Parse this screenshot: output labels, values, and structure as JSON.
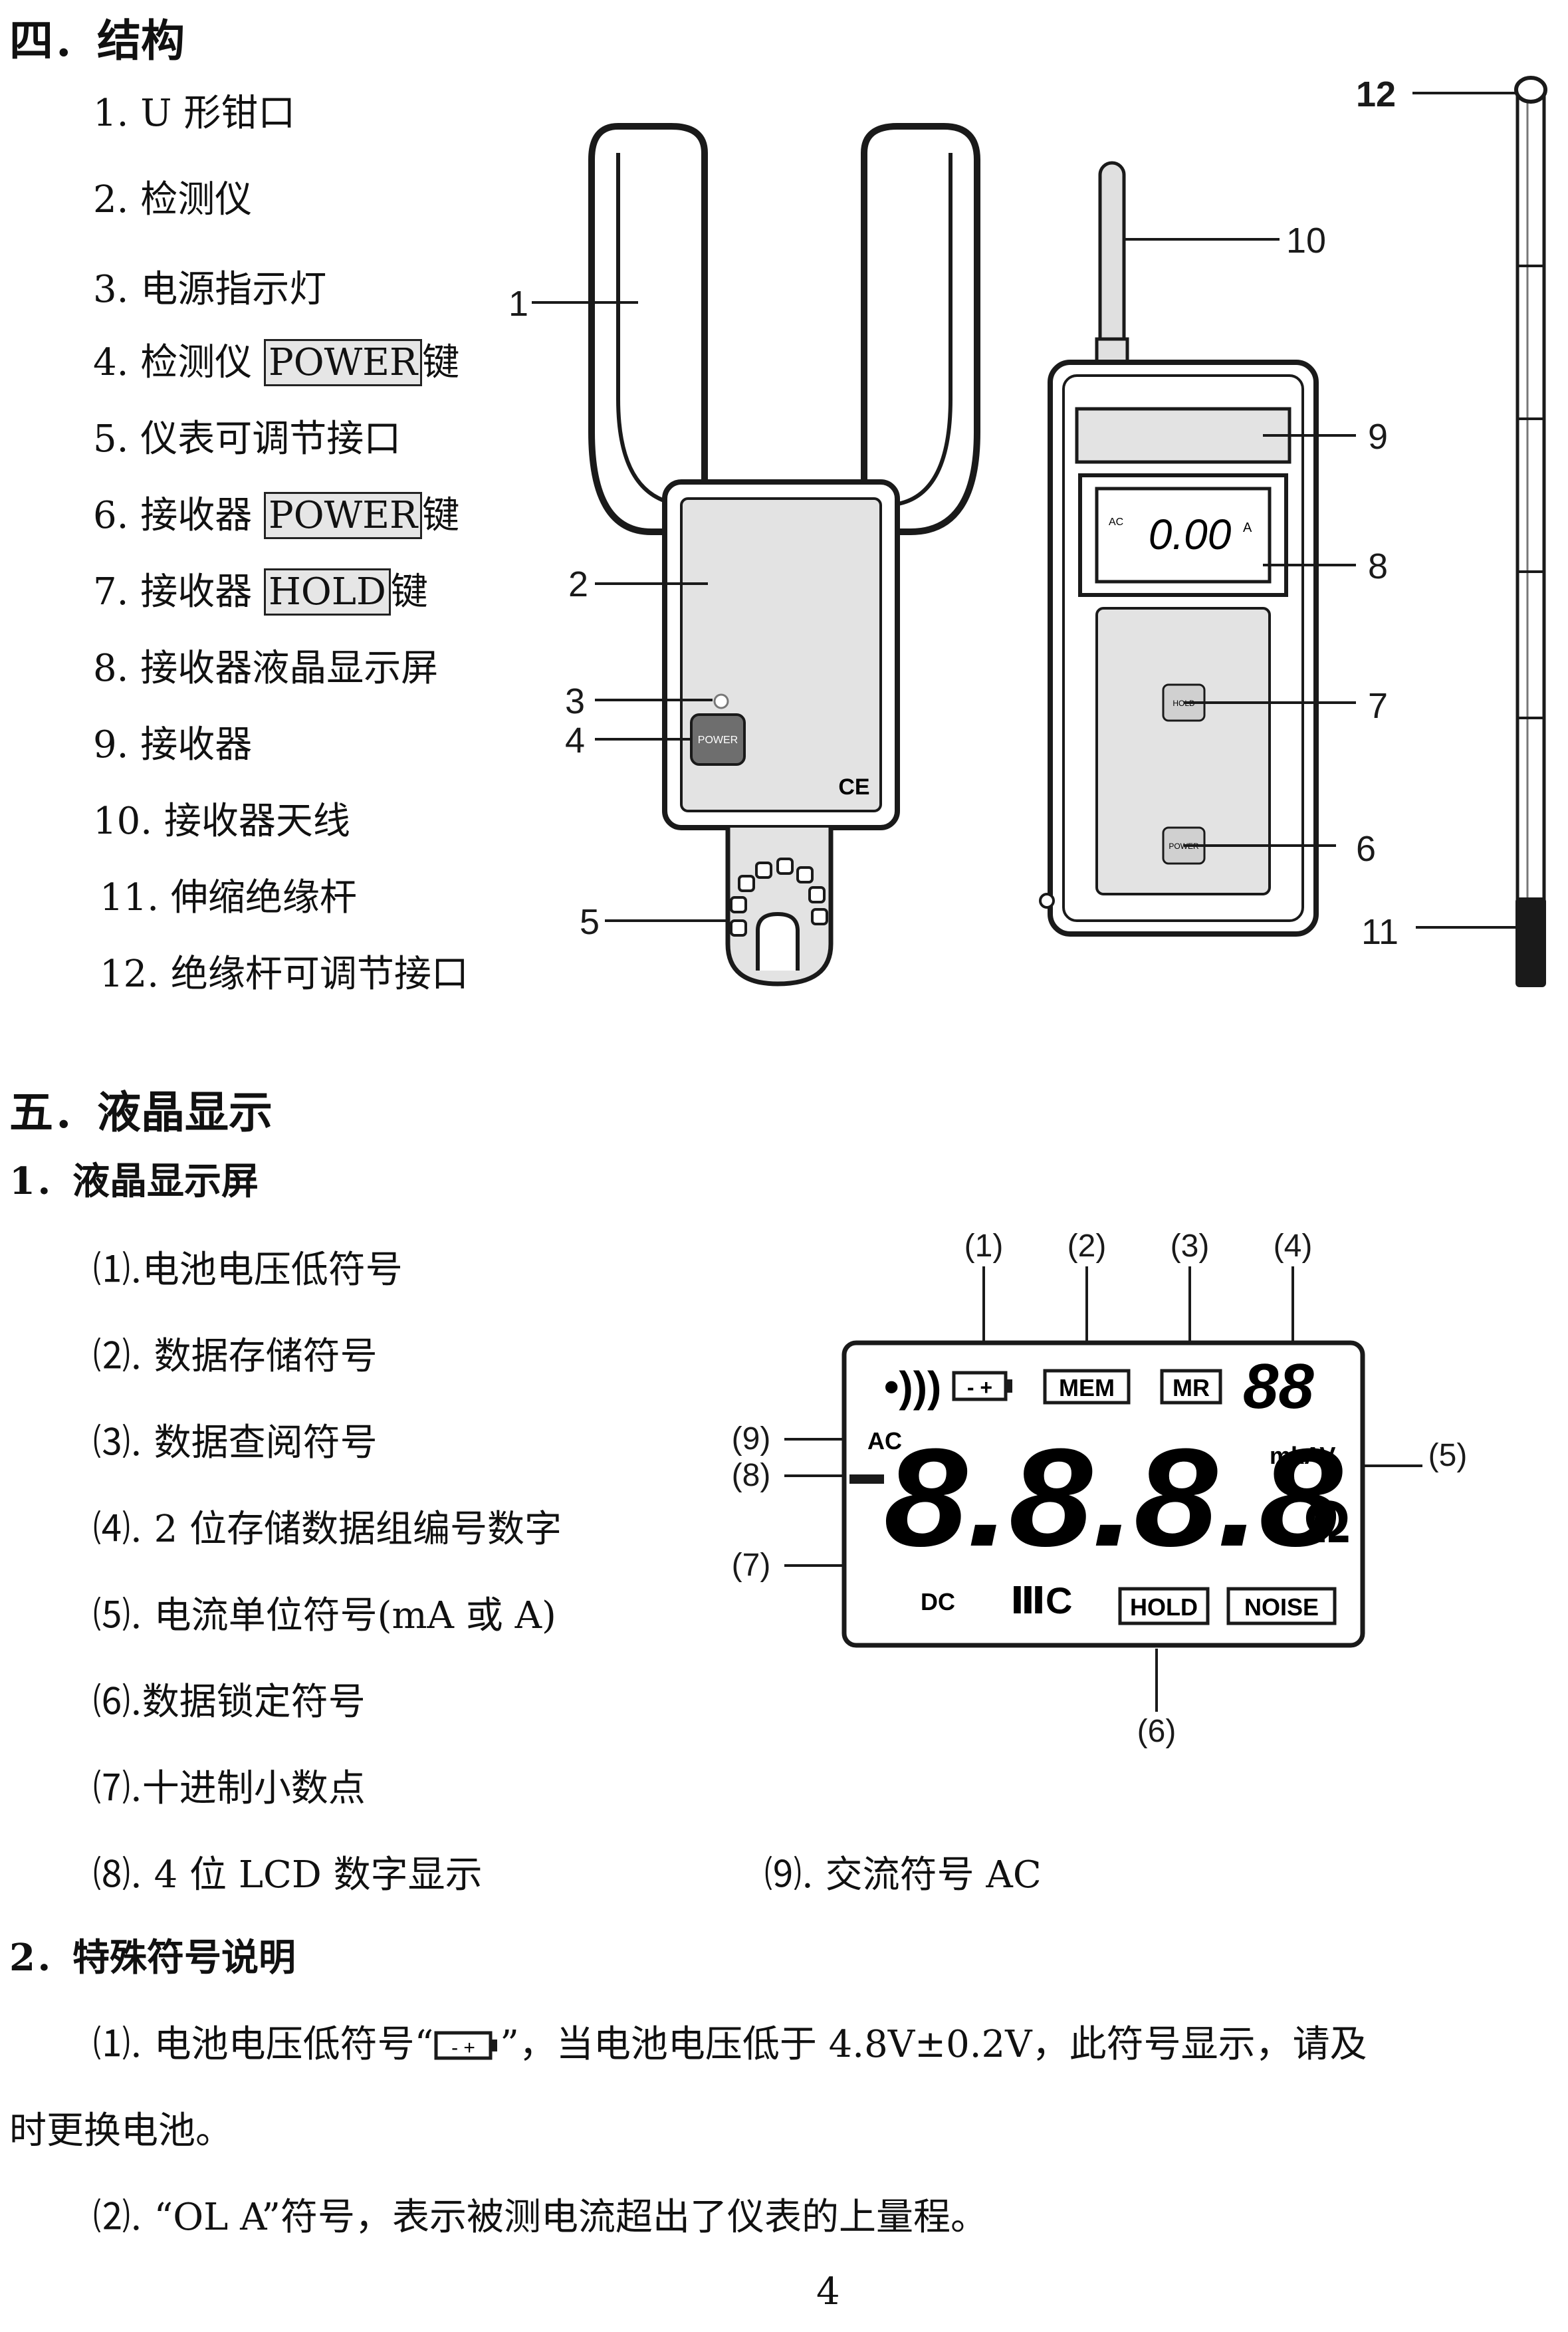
{
  "section4": {
    "title": "四．结构",
    "items": [
      {
        "text": "1. U 形钳口"
      },
      {
        "text": "2. 检测仪"
      },
      {
        "text": "3. 电源指示灯"
      },
      {
        "pre": "4. 检测仪 ",
        "key": "POWER",
        "post": "键"
      },
      {
        "text": "5. 仪表可调节接口"
      },
      {
        "pre": "6. 接收器 ",
        "key": "POWER",
        "post": "键"
      },
      {
        "pre": "7. 接收器 ",
        "key": "HOLD",
        "post": "键"
      },
      {
        "text": "8. 接收器液晶显示屏"
      },
      {
        "text": "9. 接收器"
      },
      {
        "text": "10.  接收器天线"
      },
      {
        "text": "11. 伸缩绝缘杆"
      },
      {
        "text": "12. 绝缘杆可调节接口"
      }
    ],
    "callouts": [
      "1",
      "2",
      "3",
      "4",
      "5",
      "6",
      "7",
      "8",
      "9",
      "10",
      "11",
      "12"
    ],
    "device_labels": {
      "power": "POWER",
      "hold": "HOLD",
      "ce": "CE",
      "lcd_value": "0.00",
      "lcd_ac": "AC",
      "lcd_unit": "A"
    }
  },
  "section5": {
    "title": "五．液晶显示",
    "sub1": "1．液晶显示屏",
    "lcd_items": [
      "⑴.电池电压低符号",
      "⑵. 数据存储符号",
      "⑶. 数据查阅符号",
      "⑷. 2 位存储数据组编号数字",
      "⑸. 电流单位符号(mA 或 A)",
      "⑹.数据锁定符号",
      "⑺.十进制小数点",
      "⑻. 4 位 LCD 数字显示"
    ],
    "lcd_item9": "⑼. 交流符号 AC",
    "lcd_labels": {
      "n1": "(1)",
      "n2": "(2)",
      "n3": "(3)",
      "n4": "(4)",
      "n5": "(5)",
      "n6": "(6)",
      "n7": "(7)",
      "n8": "(8)",
      "n9": "(9)",
      "mem": "MEM",
      "mr": "MR",
      "digits2": "88",
      "ac": "AC",
      "digits4": "8.8.8.8",
      "units": "mkAV",
      "ohm": "Ω",
      "dc": "DC",
      "hold": "HOLD",
      "noise": "NOISE"
    },
    "sub2": "2．特殊符号说明",
    "note1_a": "⑴. 电池电压低符号“",
    "note1_b": "”，当电池电压低于 4.8V±0.2V，此符号显示，请及",
    "note1_c": "时更换电池。",
    "note2": "⑵. “OL A”符号，表示被测电流超出了仪表的上量程。"
  },
  "page_number": "4"
}
